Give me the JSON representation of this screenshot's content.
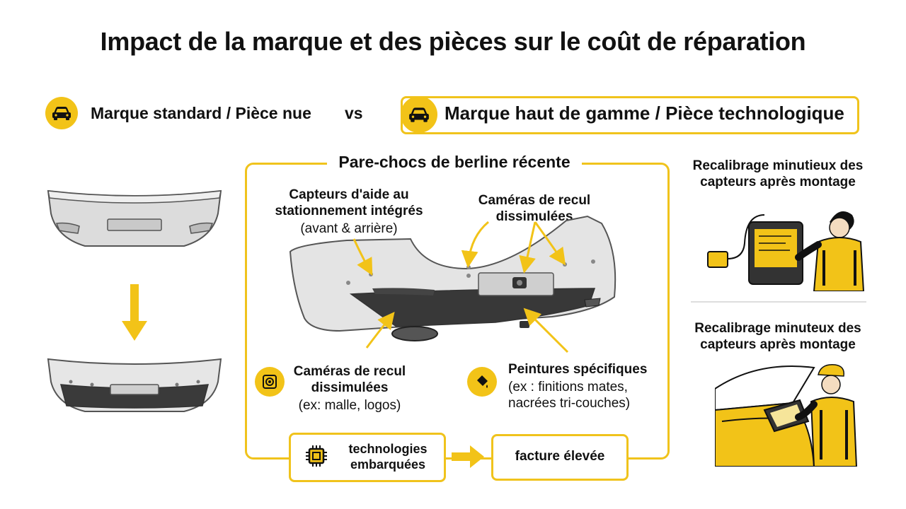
{
  "title": "Impact de la marque et des pièces sur le coût de réparation",
  "comparison": {
    "standard_label": "Marque standard / Pièce nue",
    "vs": "vs",
    "premium_label": "Marque haut de gamme / Pièce technologique"
  },
  "panel": {
    "title": "Pare-chocs de berline récente",
    "sensors_title": "Capteurs d'aide au stationnement intégrés",
    "sensors_note": "(avant & arrière)",
    "cameras_title": "Caméras de recul dissimulées",
    "cameras2_title": "Caméras de recul dissimulées",
    "cameras2_note": "(ex: malle, logos)",
    "paint_title": "Peintures spécifiques",
    "paint_note": "(ex : finitions mates, nacrées tri-couches)",
    "tech_label": "technologies embarquées",
    "invoice_label": "facture élevée"
  },
  "right": {
    "caption1": "Recalibrage minutieux des capteurs après montage",
    "caption2": "Recalibrage minuteux des capteurs après montage"
  },
  "colors": {
    "accent": "#f2c318",
    "text": "#111111"
  },
  "icons": [
    "car-icon",
    "target-camera-icon",
    "paint-bucket-icon",
    "chip-icon",
    "arrow-right-icon",
    "arrow-down-icon"
  ]
}
